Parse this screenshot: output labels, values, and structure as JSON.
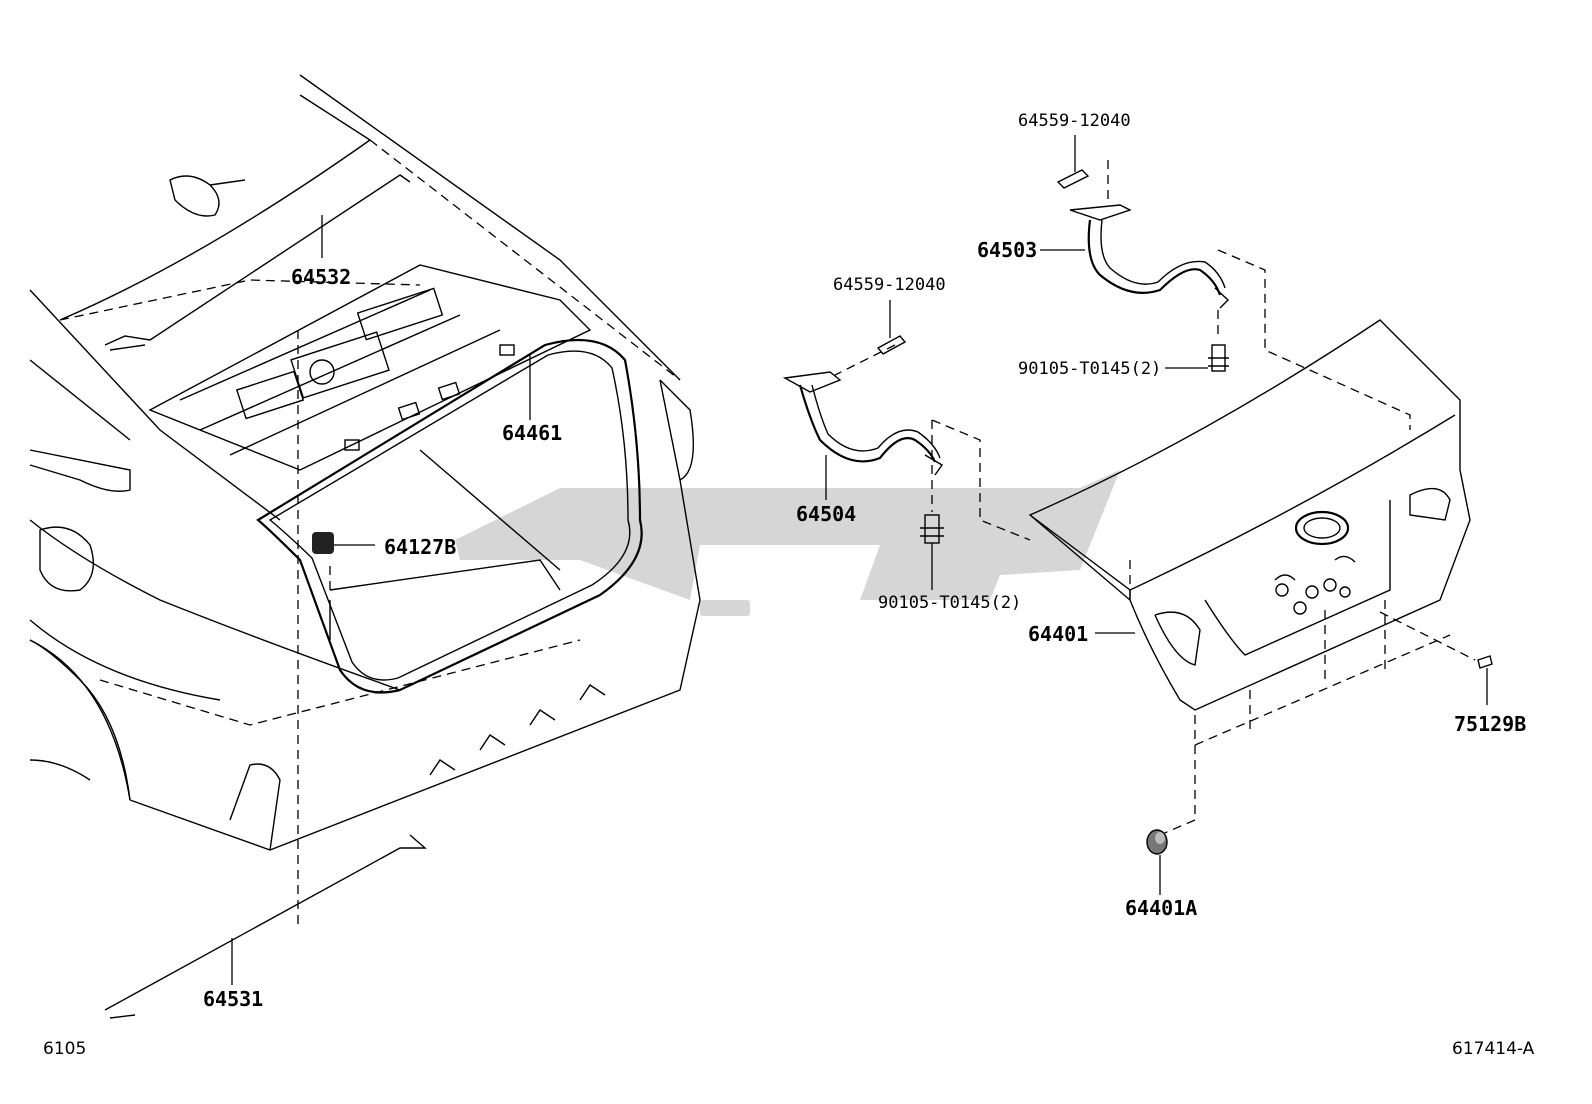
{
  "diagram": {
    "parts": [
      {
        "id": "64532",
        "label": "64532"
      },
      {
        "id": "64461",
        "label": "64461"
      },
      {
        "id": "64127B",
        "label": "64127B"
      },
      {
        "id": "64531",
        "label": "64531"
      },
      {
        "id": "64559-12040-left",
        "label": "64559-12040"
      },
      {
        "id": "64504",
        "label": "64504"
      },
      {
        "id": "90105-T0145-left",
        "label": "90105-T0145(2)"
      },
      {
        "id": "64559-12040-right",
        "label": "64559-12040"
      },
      {
        "id": "64503",
        "label": "64503"
      },
      {
        "id": "90105-T0145-right",
        "label": "90105-T0145(2)"
      },
      {
        "id": "64401",
        "label": "64401"
      },
      {
        "id": "75129B",
        "label": "75129B"
      },
      {
        "id": "64401A",
        "label": "64401A"
      }
    ],
    "footer": {
      "left_code": "6105",
      "right_code": "617414-A"
    }
  }
}
